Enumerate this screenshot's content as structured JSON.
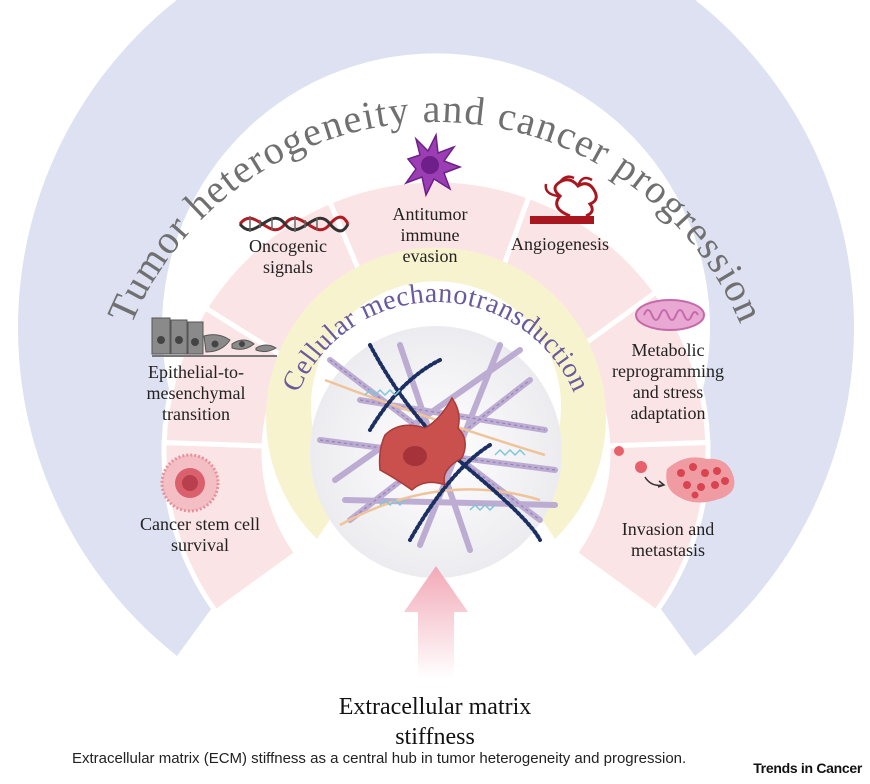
{
  "outer_arc_title": "Tumor heterogeneity and cancer progression",
  "inner_arc_title": "Cellular mechanotransduction",
  "segments": [
    {
      "label_lines": [
        "Cancer stem cell",
        "survival"
      ],
      "icon": "cancer-stem-cell-icon"
    },
    {
      "label_lines": [
        "Epithelial-to-",
        "mesenchymal",
        "transition"
      ],
      "icon": "epithelial-cells-icon"
    },
    {
      "label_lines": [
        "Oncogenic",
        "signals"
      ],
      "icon": "dna-helix-icon"
    },
    {
      "label_lines": [
        "Antitumor",
        "immune",
        "evasion"
      ],
      "icon": "immune-cell-icon"
    },
    {
      "label_lines": [
        "Angiogenesis"
      ],
      "icon": "blood-vessel-icon"
    },
    {
      "label_lines": [
        "Metabolic",
        "reprogramming",
        "and stress",
        "adaptation"
      ],
      "icon": "mitochondrion-icon"
    },
    {
      "label_lines": [
        "Invasion and",
        "metastasis"
      ],
      "icon": "metastasis-icon"
    }
  ],
  "bottom_title_lines": [
    "Extracellular matrix",
    "stiffness"
  ],
  "caption": "Extracellular matrix (ECM) stiffness as a central hub in tumor heterogeneity and progression.",
  "journal": "Trends in Cancer",
  "colors": {
    "outer_band": "#dde1f1",
    "segment_fill": "#fbe4e6",
    "inner_band": "#f8f3cf",
    "center": "#f1f1f3",
    "title_text": "#707070",
    "inner_title_text": "#6a5a9c",
    "arrow": "#f4b4bf"
  }
}
